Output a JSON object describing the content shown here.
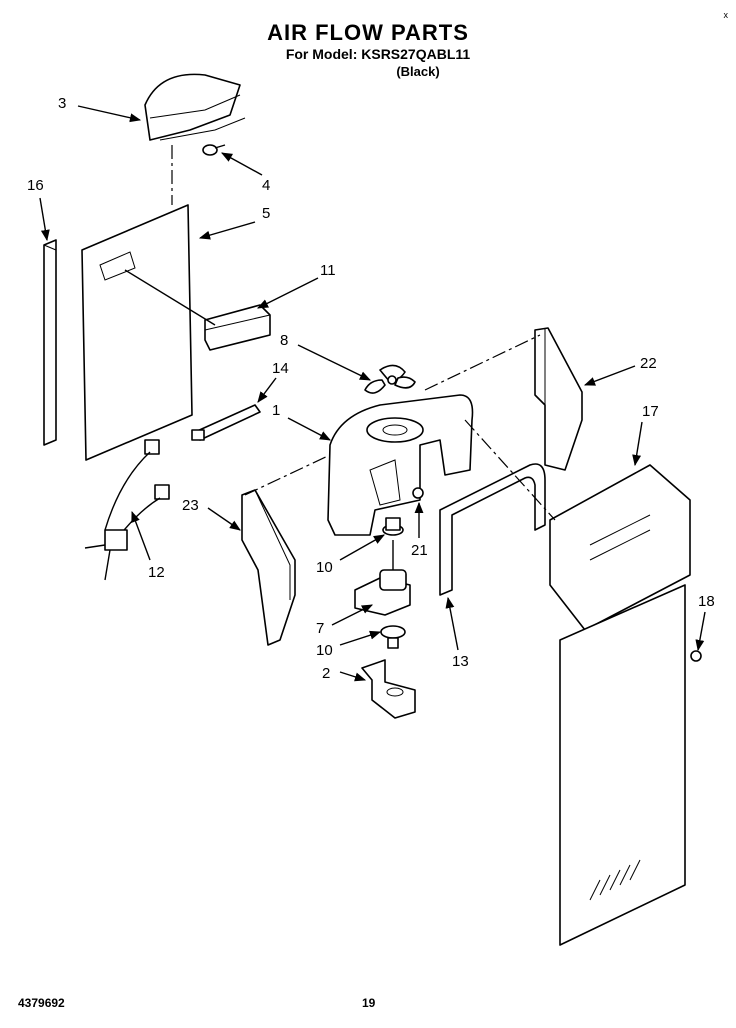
{
  "header": {
    "title": "AIR FLOW PARTS",
    "model_line": "For Model: KSRS27QABL11",
    "variant": "(Black)"
  },
  "corner_mark": "x",
  "footer": {
    "document_number": "4379692",
    "page_number": "19"
  },
  "callouts": {
    "c3": "3",
    "c4": "4",
    "c16": "16",
    "c5": "5",
    "c11": "11",
    "c8": "8",
    "c14": "14",
    "c1": "1",
    "c22": "22",
    "c17": "17",
    "c23": "23",
    "c21": "21",
    "c10a": "10",
    "c12": "12",
    "c7": "7",
    "c10b": "10",
    "c13": "13",
    "c2": "2",
    "c18": "18"
  }
}
